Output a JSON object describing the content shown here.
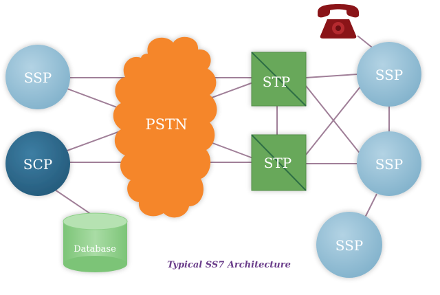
{
  "colors": {
    "ssp": "#8fbcd4",
    "scp": "#2f6b8e",
    "pstn": "#f5862a",
    "stp": "#67a85a",
    "database": "#8fcf8a",
    "link": "#9d7b94",
    "phone": "#8a1418",
    "caption": "#6a3d8a"
  },
  "nodes": {
    "ssp_left": "SSP",
    "scp": "SCP",
    "pstn": "PSTN",
    "stp_top": "STP",
    "stp_bottom": "STP",
    "ssp_right_top": "SSP",
    "ssp_right_middle": "SSP",
    "ssp_bottom": "SSP",
    "database": "Database"
  },
  "icons": {
    "phone": "telephone-icon"
  },
  "caption": "Typical SS7 Architecture"
}
